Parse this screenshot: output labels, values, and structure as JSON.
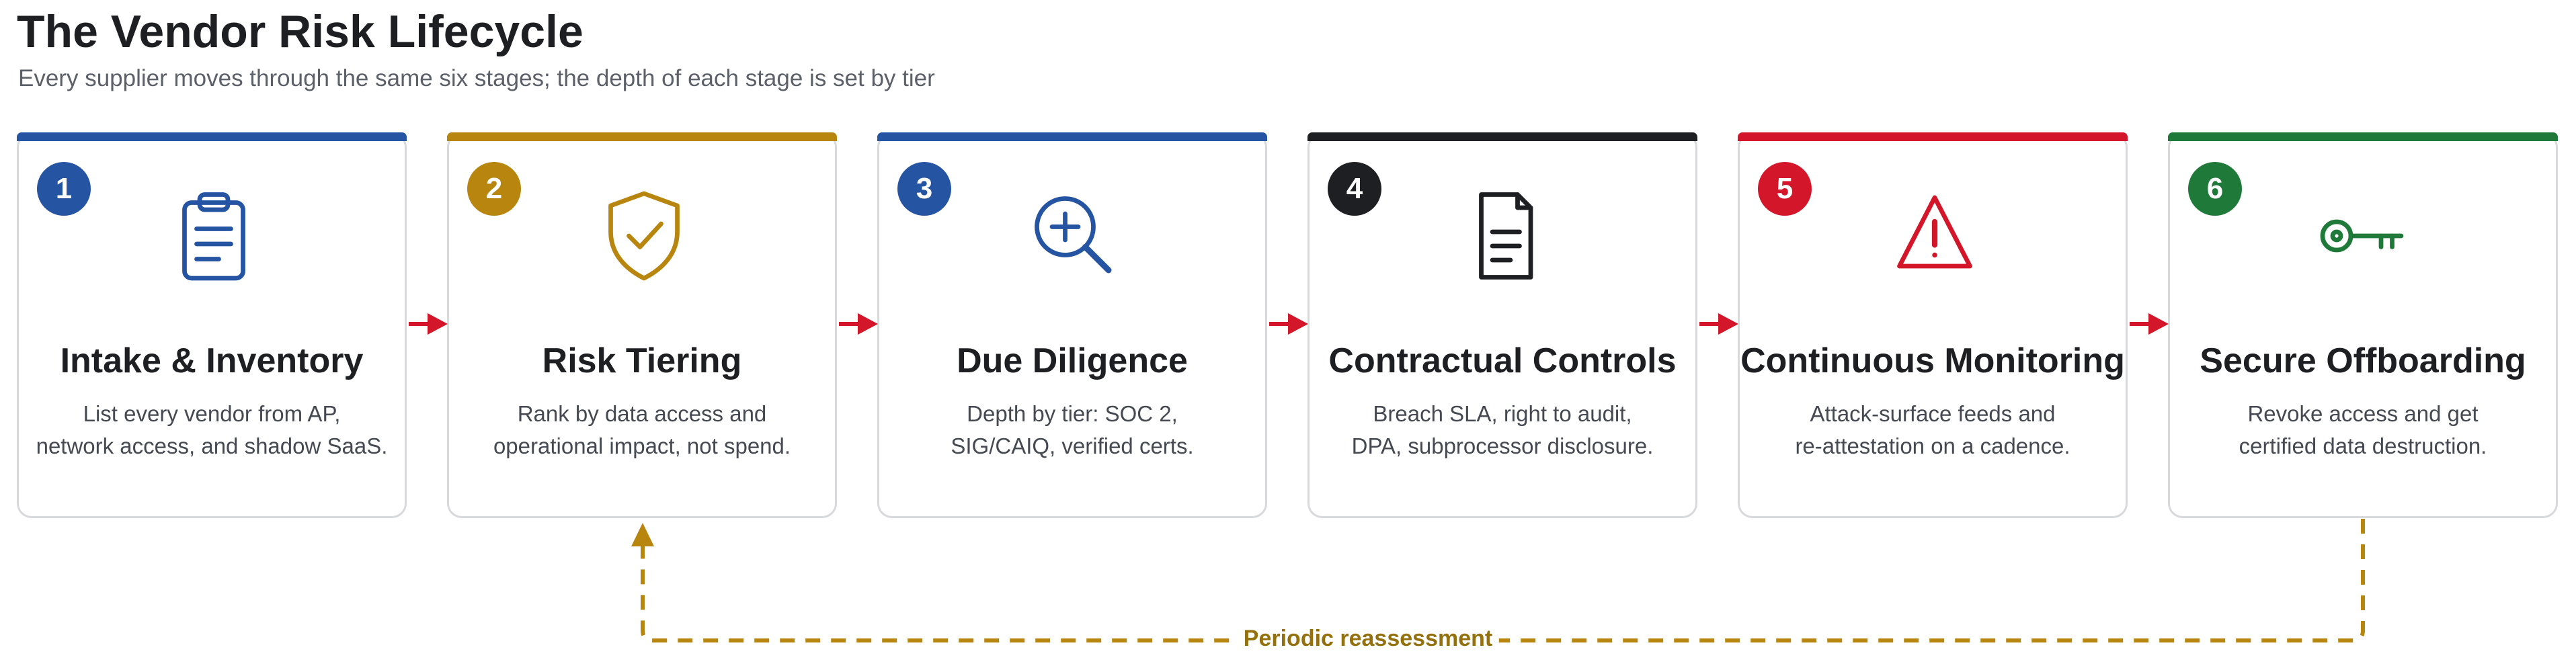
{
  "header": {
    "title": "The Vendor Risk Lifecycle",
    "subtitle": "Every supplier moves through the same six stages; the depth of each stage is set by tier"
  },
  "stages": [
    {
      "number": "1",
      "name": "Intake & Inventory",
      "desc_lines": [
        "List every vendor from AP,",
        "network access, and shadow SaaS."
      ],
      "color": "#2554a3",
      "icon": "clipboard-icon"
    },
    {
      "number": "2",
      "name": "Risk Tiering",
      "desc_lines": [
        "Rank by data access and",
        "operational impact, not spend."
      ],
      "color": "#b8860f",
      "icon": "shield-check-icon"
    },
    {
      "number": "3",
      "name": "Due Diligence",
      "desc_lines": [
        "Depth by tier: SOC 2,",
        "SIG/CAIQ, verified certs."
      ],
      "color": "#2554a3",
      "icon": "magnifier-plus-icon"
    },
    {
      "number": "4",
      "name": "Contractual Controls",
      "desc_lines": [
        "Breach SLA, right to audit,",
        "DPA, subprocessor disclosure."
      ],
      "color": "#1e1f22",
      "icon": "document-icon"
    },
    {
      "number": "5",
      "name": "Continuous Monitoring",
      "desc_lines": [
        "Attack-surface feeds and",
        "re-attestation on a cadence."
      ],
      "color": "#d4162a",
      "icon": "warning-icon"
    },
    {
      "number": "6",
      "name": "Secure Offboarding",
      "desc_lines": [
        "Revoke access and get",
        "certified data destruction."
      ],
      "color": "#1f7a3a",
      "icon": "key-icon"
    }
  ],
  "connector_color": "#d4162a",
  "loop": {
    "label": "Periodic reassessment",
    "color": "#b8860f",
    "label_color": "#94700f"
  }
}
